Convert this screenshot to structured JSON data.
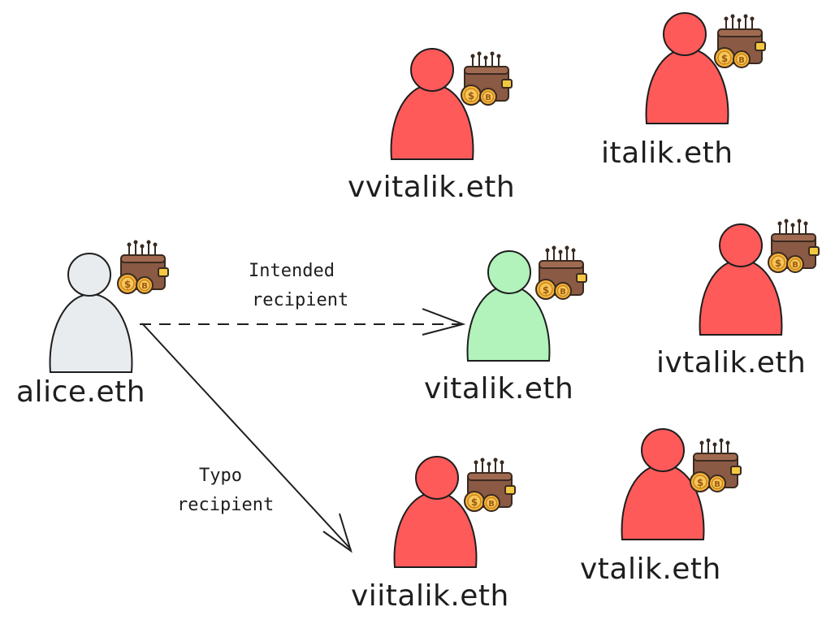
{
  "colors": {
    "sender": "#e9ecef",
    "intended": "#b2f2bb",
    "typo": "#ff5a5a",
    "outline": "#1e1e1e",
    "wallet": "#8a5a44",
    "wallet_dark": "#5c3a2a",
    "coin": "#f5b43c",
    "coin_dark": "#c9861a"
  },
  "nodes": [
    {
      "id": "alice",
      "label": "alice.eth",
      "role": "sender",
      "icon": "wallet-icon"
    },
    {
      "id": "vitalik",
      "label": "vitalik.eth",
      "role": "intended",
      "icon": "wallet-icon"
    },
    {
      "id": "vvitalik",
      "label": "vvitalik.eth",
      "role": "typo",
      "icon": "wallet-icon"
    },
    {
      "id": "italik",
      "label": "italik.eth",
      "role": "typo",
      "icon": "wallet-icon"
    },
    {
      "id": "ivtalik",
      "label": "ivtalik.eth",
      "role": "typo",
      "icon": "wallet-icon"
    },
    {
      "id": "viitalik",
      "label": "viitalik.eth",
      "role": "typo",
      "icon": "wallet-icon"
    },
    {
      "id": "vtalik",
      "label": "vtalik.eth",
      "role": "typo",
      "icon": "wallet-icon"
    }
  ],
  "edges": [
    {
      "from": "alice",
      "to": "vitalik",
      "style": "dashed",
      "label_lines": [
        "Intended",
        "recipient"
      ]
    },
    {
      "from": "alice",
      "to": "viitalik",
      "style": "solid",
      "label_lines": [
        "Typo",
        "recipient"
      ]
    }
  ]
}
